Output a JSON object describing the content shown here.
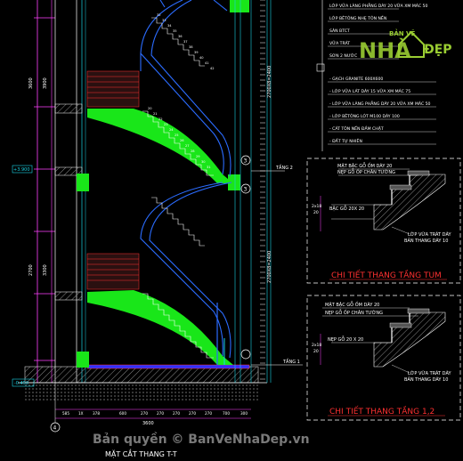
{
  "colors": {
    "background": "#000000",
    "stair_blue": "#2b6cff",
    "cyan": "#19d4e6",
    "green_fill": "#19e619",
    "white_line": "#ffffff",
    "hatch": "#9a9a9a",
    "red": "#ff3030",
    "yellow": "#ffe030",
    "magenta": "#ff40ff"
  },
  "main_section": {
    "title": "MẶT CẮT THANG T-T",
    "grid_bubble_left": "4",
    "grid_bubble_mid": "3",
    "grid_bubble_mid2": "3",
    "level_tang2": "TẦNG 2",
    "level_tang1": "TẦNG 1",
    "level_left": "+3.900",
    "level_base": "-0.450",
    "dim_left_top": "3600",
    "dim_left_mid": "3900",
    "dim_left_low": "2700",
    "dim_left_bot": "3300",
    "dim_right_top": "2700X8=2400",
    "dim_right_low": "2700X8=2400",
    "step_numbers": [
      "20",
      "21",
      "22",
      "23",
      "24",
      "25",
      "26",
      "27",
      "28",
      "29",
      "30",
      "31",
      "32",
      "33",
      "34",
      "35",
      "36",
      "37",
      "38",
      "39",
      "40",
      "41",
      "42"
    ],
    "bottom_dims": [
      "585",
      "1X",
      "378",
      "600",
      "270",
      "270",
      "270",
      "270",
      "270",
      "700",
      "300"
    ],
    "bottom_total": "3600"
  },
  "legend_top": {
    "items": [
      "LỚP VỮA LÀNG PHẲNG DÀY 20 VỮA XM MÁC 50",
      "LỚP BÊTÔNG NHẸ TÔN NỀN",
      "SÀN BTCT",
      "VỮA TRÁT",
      "SƠN 2 NƯỚC"
    ],
    "items2": [
      "- GẠCH GRANITE 600X600",
      "- LỚP VỮA LÁT DÀY 15 VỮA XM MÁC 75",
      "- LỚP VỮA LÀNG PHẲNG DÀY 20 VỮA XM MÁC 50",
      "- LỚP BÊTÔNG LÓT M100 DÀY 100",
      "- CÁT TÔN NỀN ĐẦM CHẶT",
      "- ĐẤT TỰ NHIÊN"
    ]
  },
  "detail_1": {
    "title": "CHI TIẾT THANG TẦNG TUM",
    "label_top": "MẶT BẬC GỖ ỐM DÀY 20",
    "label_nep": "NẸP GỖ ỐP CHÂN TƯỜNG",
    "label_bac": "BẬC GỖ 20X 20",
    "label_vua": "LỚP VỮA TRÁT DÀY",
    "label_ban": "BẢN THANG DÀY 10",
    "dims": [
      "2x18",
      "20"
    ]
  },
  "detail_2": {
    "title": "CHI TIẾT THANG TẦNG 1,2",
    "label_top": "MẶT BẬC GỖ ỐM DÀY 20",
    "label_nep": "NẸP GỖ ỐP CHÂN TƯỜNG",
    "label_bac": "NẸP GỖ 20 X 20",
    "label_vua": "LỚP VỮA TRÁT DÀY",
    "label_ban": "BẢN THANG DÀY 10",
    "dims": [
      "2x18",
      "20"
    ]
  },
  "watermark": {
    "brand_top": "BẢN VẼ",
    "brand_big": "NHÀ",
    "brand_dep": "ĐẸP",
    "copyright": "Bản quyền © BanVeNhaDep.vn"
  }
}
